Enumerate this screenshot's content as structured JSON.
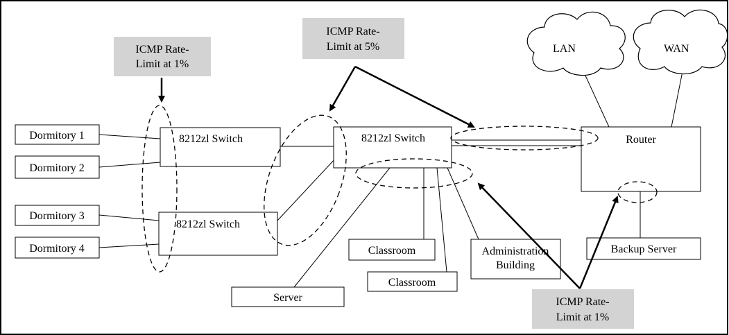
{
  "dormitories": [
    "Dormitory 1",
    "Dormitory 2",
    "Dormitory 3",
    "Dormitory 4"
  ],
  "switches": {
    "left_top": "8212zl Switch",
    "left_bottom": "8212zl Switch",
    "core": "8212zl Switch"
  },
  "router": "Router",
  "clouds": {
    "lan": "LAN",
    "wan": "WAN"
  },
  "endpoints": {
    "server": "Server",
    "classroom_1": "Classroom",
    "classroom_2": "Classroom",
    "admin_line1": "Administration",
    "admin_line2": "Building",
    "backup": "Backup Server"
  },
  "callouts": {
    "left": {
      "line1": "ICMP Rate-",
      "line2": "Limit at 1%"
    },
    "top": {
      "line1": "ICMP Rate-",
      "line2": "Limit at 5%"
    },
    "bottom": {
      "line1": "ICMP Rate-",
      "line2": "Limit at 1%"
    }
  },
  "colors": {
    "callout_fill": "#d3d3d3",
    "line": "#000000",
    "background": "#ffffff"
  }
}
